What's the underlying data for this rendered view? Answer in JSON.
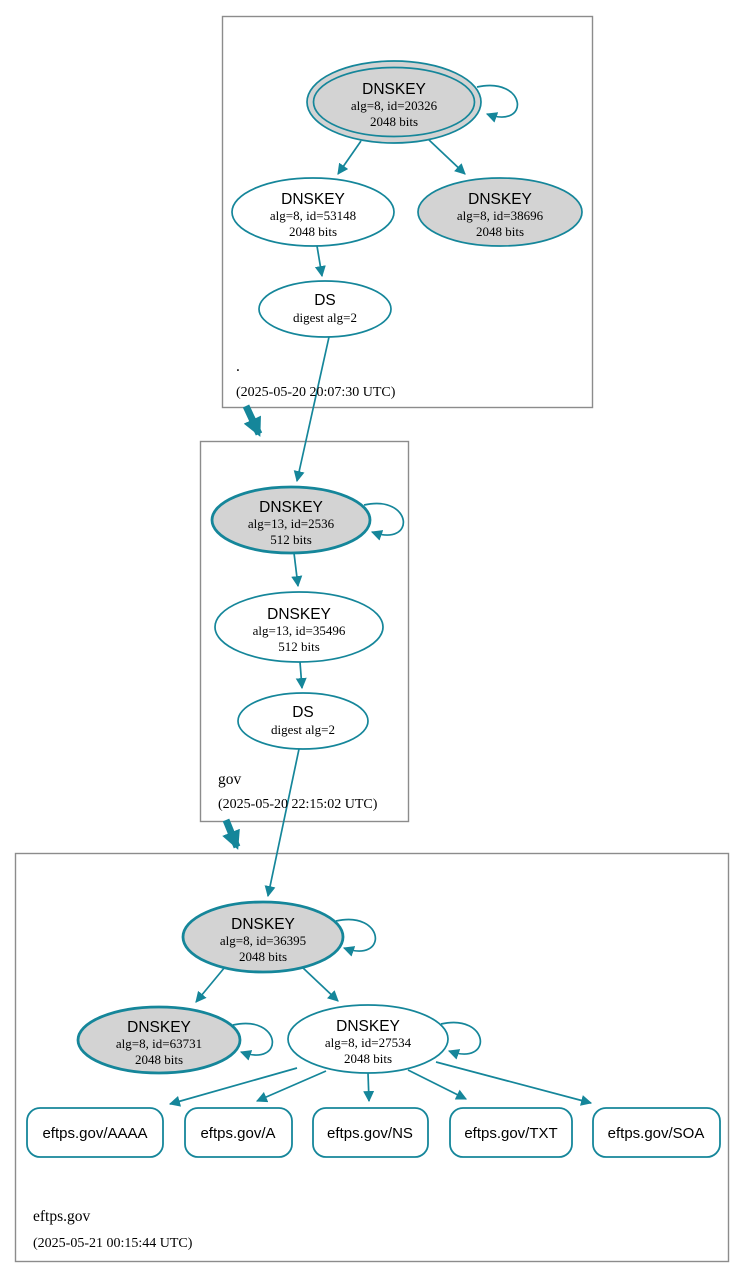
{
  "colors": {
    "edge_teal": "#15869a",
    "node_gray_fill": "#d3d3d3",
    "node_white_fill": "#ffffff",
    "zone_border_gray": "#8c8c8c",
    "text": "#000000"
  },
  "zones": {
    "root": {
      "label": ".",
      "timestamp": "(2025-05-20 20:07:30 UTC)",
      "ksk": {
        "title": "DNSKEY",
        "alg": "alg=8, id=20326",
        "bits": "2048 bits"
      },
      "zsk": {
        "title": "DNSKEY",
        "alg": "alg=8, id=53148",
        "bits": "2048 bits"
      },
      "ksk_new": {
        "title": "DNSKEY",
        "alg": "alg=8, id=38696",
        "bits": "2048 bits"
      },
      "ds": {
        "title": "DS",
        "digest": "digest alg=2"
      }
    },
    "gov": {
      "label": "gov",
      "timestamp": "(2025-05-20 22:15:02 UTC)",
      "ksk": {
        "title": "DNSKEY",
        "alg": "alg=13, id=2536",
        "bits": "512 bits"
      },
      "zsk": {
        "title": "DNSKEY",
        "alg": "alg=13, id=35496",
        "bits": "512 bits"
      },
      "ds": {
        "title": "DS",
        "digest": "digest alg=2"
      }
    },
    "eftps_gov": {
      "label": "eftps.gov",
      "timestamp": "(2025-05-21 00:15:44 UTC)",
      "ksk": {
        "title": "DNSKEY",
        "alg": "alg=8, id=36395",
        "bits": "2048 bits"
      },
      "ksk2": {
        "title": "DNSKEY",
        "alg": "alg=8, id=63731",
        "bits": "2048 bits"
      },
      "zsk": {
        "title": "DNSKEY",
        "alg": "alg=8, id=27534",
        "bits": "2048 bits"
      },
      "rrsets": [
        "eftps.gov/AAAA",
        "eftps.gov/A",
        "eftps.gov/NS",
        "eftps.gov/TXT",
        "eftps.gov/SOA"
      ]
    }
  }
}
